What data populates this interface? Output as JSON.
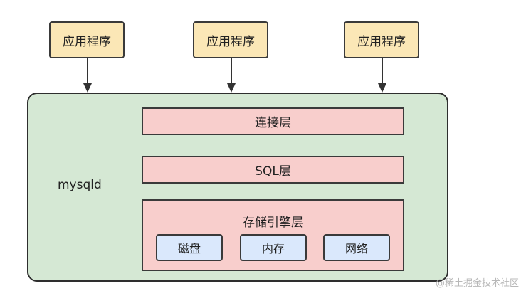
{
  "apps": [
    "应用程序",
    "应用程序",
    "应用程序"
  ],
  "server": {
    "label": "mysqld"
  },
  "layers": {
    "connection": "连接层",
    "sql": "SQL层",
    "engine": "存储引擎层"
  },
  "resources": [
    "磁盘",
    "内存",
    "网络"
  ],
  "watermark": "@稀土掘金技术社区",
  "colors": {
    "app_fill": "#fbe7b6",
    "server_fill": "#d5e8d4",
    "layer_fill": "#f8cecc",
    "resource_fill": "#dae8fc",
    "stroke": "#333333"
  }
}
